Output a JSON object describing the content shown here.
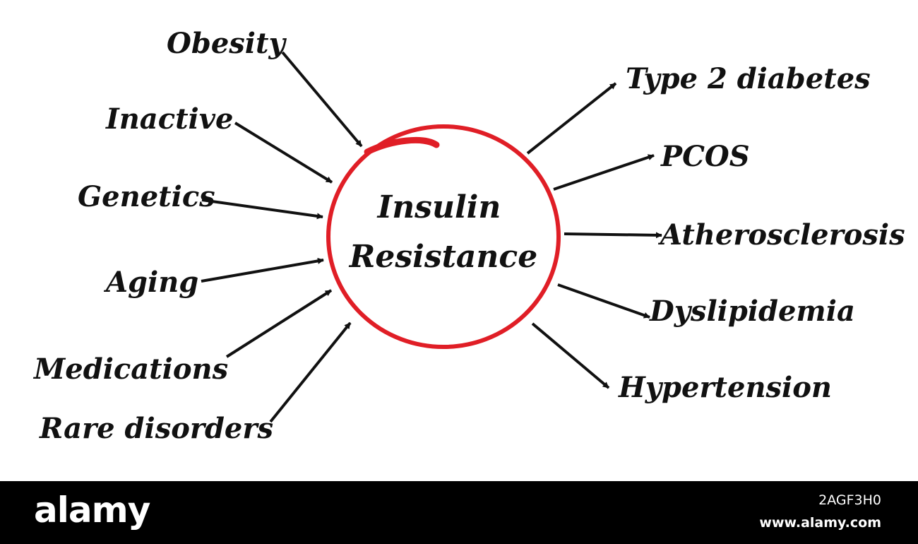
{
  "diagram": {
    "center": {
      "line1": "Insulin",
      "line2": "Resistance",
      "ring_color": "#e01e26"
    },
    "causes": [
      "Obesity",
      "Inactive",
      "Genetics",
      "Aging",
      "Medications",
      "Rare disorders"
    ],
    "effects": [
      "Type 2 diabetes",
      "PCOS",
      "Atherosclerosis",
      "Dyslipidemia",
      "Hypertension"
    ]
  },
  "footer": {
    "brand": "alamy",
    "image_id": "2AGF3H0",
    "url": "www.alamy.com"
  }
}
